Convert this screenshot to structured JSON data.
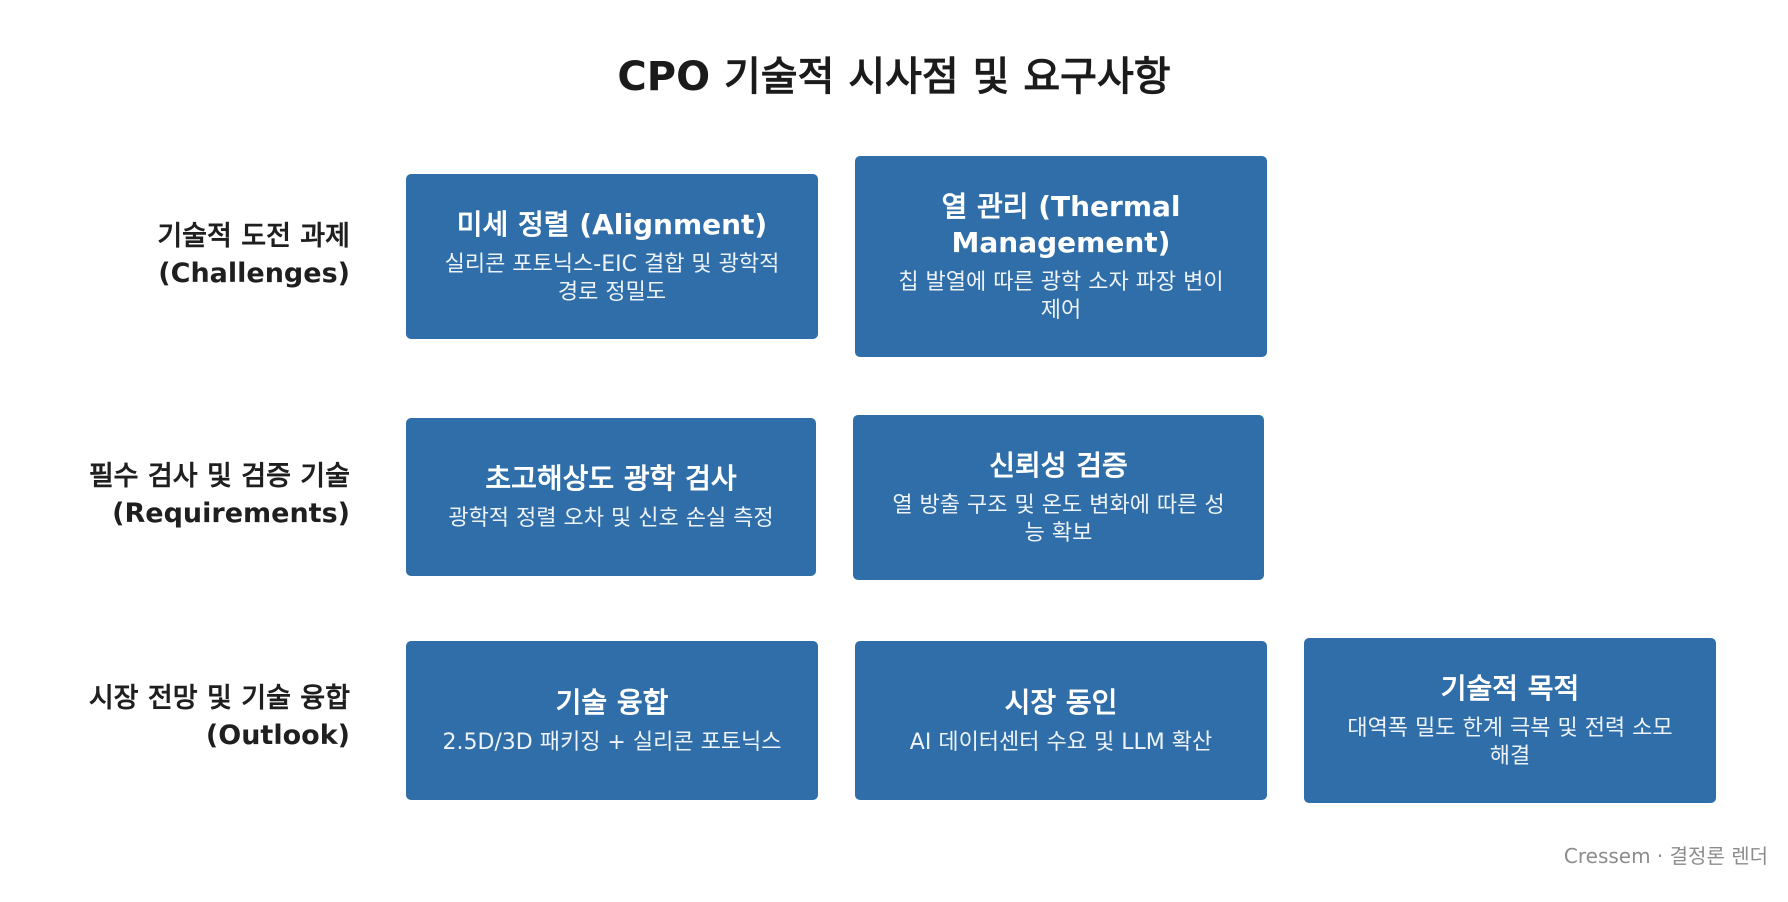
{
  "title": "CPO 기술적 시사점 및 요구사항",
  "rows": [
    {
      "label_line1": "기술적 도전 과제",
      "label_line2": "(Challenges)",
      "cards": [
        {
          "title": "미세 정렬 (Alignment)",
          "desc": "실리콘 포토닉스-EIC 결합 및 광학적 경로 정밀도"
        },
        {
          "title": "열 관리 (Thermal Management)",
          "desc": "칩 발열에 따른 광학 소자 파장 변이 제어"
        }
      ]
    },
    {
      "label_line1": "필수 검사 및 검증 기술",
      "label_line2": "(Requirements)",
      "cards": [
        {
          "title": "초고해상도 광학 검사",
          "desc": "광학적 정렬 오차 및 신호 손실 측정"
        },
        {
          "title": "신뢰성 검증",
          "desc": "열 방출 구조 및 온도 변화에 따른 성능 확보"
        }
      ]
    },
    {
      "label_line1": "시장 전망 및 기술 융합",
      "label_line2": "(Outlook)",
      "cards": [
        {
          "title": "기술 융합",
          "desc": "2.5D/3D 패키징 + 실리콘 포토닉스"
        },
        {
          "title": "시장 동인",
          "desc": "AI 데이터센터 수요 및 LLM 확산"
        },
        {
          "title": "기술적 목적",
          "desc": "대역폭 밀도 한계 극복 및 전력 소모 해결"
        }
      ]
    }
  ],
  "footer": "Cressem · 결정론 렌더",
  "colors": {
    "card_bg": "#2f6ea8",
    "card_text": "#ffffff",
    "label_text": "#1f1f1f",
    "footer_text": "#8c8c8c"
  }
}
